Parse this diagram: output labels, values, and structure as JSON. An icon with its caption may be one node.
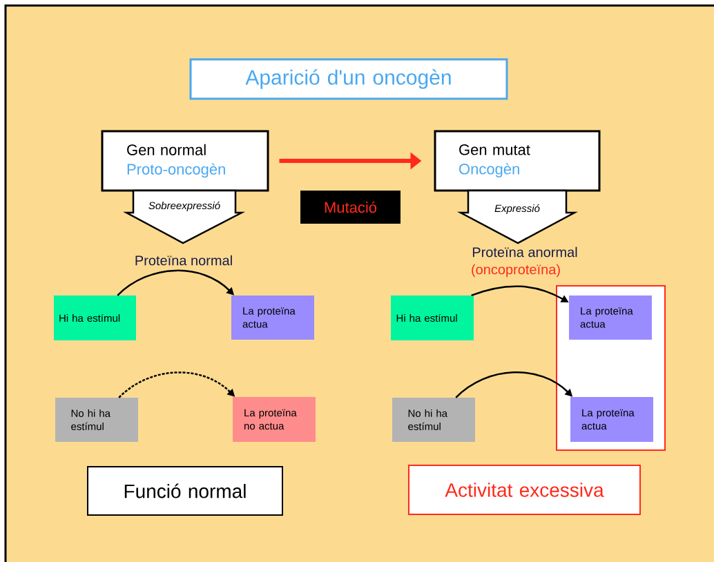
{
  "diagram": {
    "nodes": [
      {
        "text": [
          "Aparició d'un oncogèn"
        ]
      },
      {
        "text": [
          "Gen normal",
          "Proto-oncogèn"
        ]
      },
      {
        "text": [
          "Gen mutat",
          "Oncogèn"
        ]
      },
      {
        "text": [
          "Mutació"
        ]
      },
      {
        "text": [
          "Sobreexpressió"
        ]
      },
      {
        "text": [
          "Expressió"
        ]
      },
      {
        "text": [
          "Hi ha estímul"
        ]
      },
      {
        "text": [
          "La proteïna actua"
        ]
      },
      {
        "text": [
          "No hi ha estímul"
        ]
      },
      {
        "text": [
          "La proteïna no actua"
        ]
      },
      {
        "text": [],
        "shape": "box"
      },
      {
        "text": [
          "Hi ha estímul"
        ]
      },
      {
        "text": [
          "La proteïna actua"
        ],
        "in": 10
      },
      {
        "text": [
          "No hi ha estímul"
        ]
      },
      {
        "text": [
          "La proteïna actua"
        ],
        "in": 10
      },
      {
        "text": [
          "Funció normal"
        ]
      },
      {
        "text": [
          "Activitat excessiva"
        ]
      }
    ],
    "edges": [
      {
        "from": 1,
        "to": 2,
        "arrow": "to",
        "style": "thick",
        "color": "#ff2a1a"
      },
      {
        "from": 6,
        "to": 7,
        "arrow": "to"
      },
      {
        "from": 8,
        "to": 9,
        "arrow": "to",
        "style": "dashed"
      },
      {
        "from": 11,
        "to": 12,
        "arrow": "to"
      },
      {
        "from": 13,
        "to": 14,
        "arrow": "to"
      }
    ],
    "labels": [
      "Proteïna normal",
      "Proteïna anormal",
      "(oncoproteïna)"
    ]
  }
}
